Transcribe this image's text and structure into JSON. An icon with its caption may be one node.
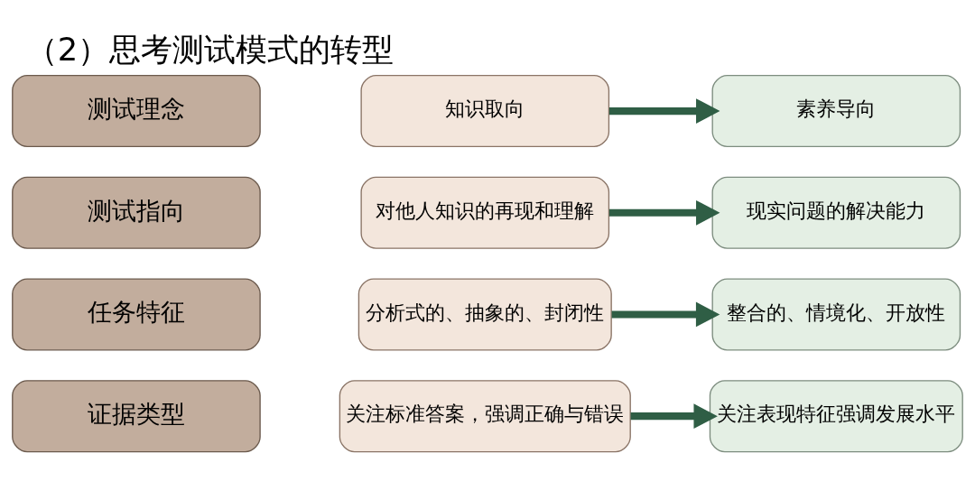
{
  "diagram": {
    "title": "（2）思考测试模式的转型",
    "nodes": [
      {
        "text": [
          "测试理念"
        ]
      },
      {
        "text": [
          "知识取向"
        ]
      },
      {
        "text": [
          "素养导向"
        ]
      },
      {
        "text": [
          "测试指向"
        ]
      },
      {
        "text": [
          "对他人知识的再现和理解"
        ]
      },
      {
        "text": [
          "现实问题的解决能力"
        ]
      },
      {
        "text": [
          "任务特征"
        ]
      },
      {
        "text": [
          "分析式的、抽象的、封闭性"
        ]
      },
      {
        "text": [
          "整合的、情境化、开放性"
        ]
      },
      {
        "text": [
          "证据类型"
        ]
      },
      {
        "text": [
          "关注标准答案，强调正确与错误"
        ]
      },
      {
        "text": [
          "关注表现特征强调发展水平"
        ]
      }
    ],
    "edges": [
      {
        "from": 1,
        "to": 2,
        "arrow": "to"
      },
      {
        "from": 4,
        "to": 5,
        "arrow": "to"
      },
      {
        "from": 7,
        "to": 8,
        "arrow": "to"
      },
      {
        "from": 10,
        "to": 11,
        "arrow": "to"
      }
    ]
  }
}
